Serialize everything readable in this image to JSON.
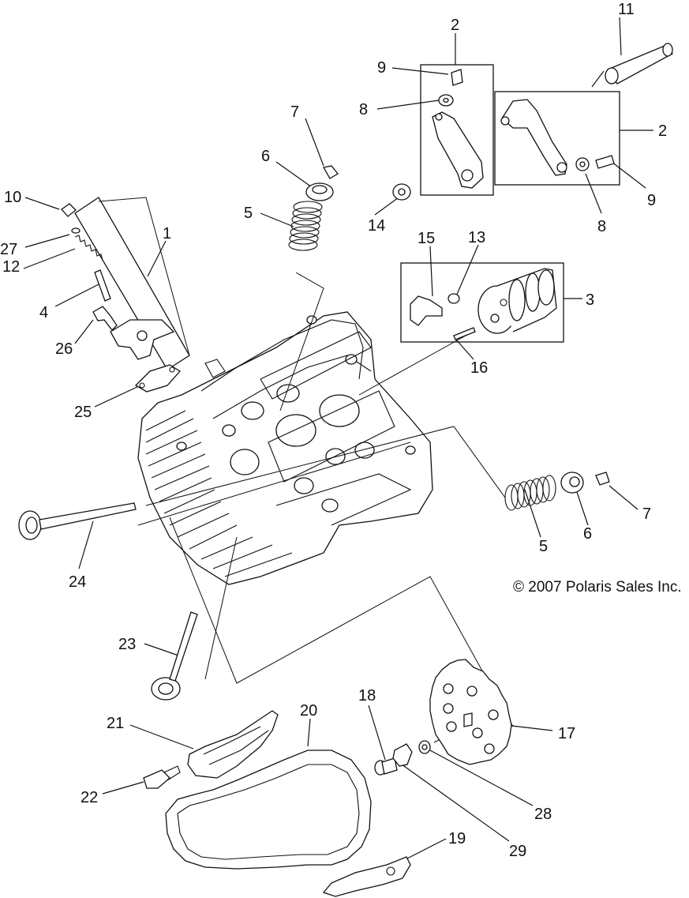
{
  "copyright": "© 2007 Polaris Sales Inc.",
  "callouts": {
    "c1": "1",
    "c2a": "2",
    "c2b": "2",
    "c3": "3",
    "c4": "4",
    "c5a": "5",
    "c5b": "5",
    "c6a": "6",
    "c6b": "6",
    "c7a": "7",
    "c7b": "7",
    "c8a": "8",
    "c8b": "8",
    "c9a": "9",
    "c9b": "9",
    "c10": "10",
    "c11": "11",
    "c12": "12",
    "c13": "13",
    "c14": "14",
    "c15": "15",
    "c16": "16",
    "c17": "17",
    "c18": "18",
    "c19": "19",
    "c20": "20",
    "c21": "21",
    "c22": "22",
    "c23": "23",
    "c24": "24",
    "c25": "25",
    "c26": "26",
    "c27": "27",
    "c28": "28",
    "c29": "29"
  }
}
